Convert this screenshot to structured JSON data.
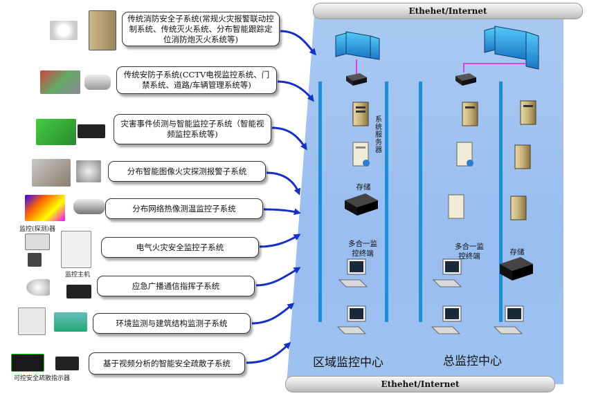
{
  "network": {
    "top_label": "Ethehet/Internet",
    "bottom_label": "Ethehet/Internet"
  },
  "subsystems": [
    {
      "label": "传统消防安全子系统(常规火灾报警联动控制系统、传统灭火系统、分布智能跟踪定位消防炮灭火系统等)"
    },
    {
      "label": "传统安防子系统(CCTV电视监控系统、门禁系统、道路/车辆管理系统等)"
    },
    {
      "label": "灾害事件侦测与智能监控子系统（智能视频监控系统等)"
    },
    {
      "label": "分布智能图像火灾探测报警子系统"
    },
    {
      "label": "分布网络热像测温监控子系统"
    },
    {
      "label": "电气火灾安全监控子系统"
    },
    {
      "label": "应急广播通信指挥子系统"
    },
    {
      "label": "环境监测与建筑结构监测子系统"
    },
    {
      "label": "基于视频分析的智能安全疏散子系统"
    }
  ],
  "device_captions": {
    "thermal_detector": "监控(探测)器",
    "monitor_host": "监控主机",
    "evac_indicator": "可控安全疏散指示器"
  },
  "regional_center": {
    "server_label": "系统服务器",
    "storage_label": "存储",
    "terminal_label": "多合一监控终端",
    "title": "区域监控中心"
  },
  "main_center": {
    "storage_label": "存储",
    "terminal_label": "多合一监控终端",
    "title": "总监控中心"
  },
  "colors": {
    "region_blue": "#a9c9f2",
    "backbone": "#1b8fd8",
    "arrow": "#1530c8",
    "video_wall_link": "#e040e0"
  }
}
